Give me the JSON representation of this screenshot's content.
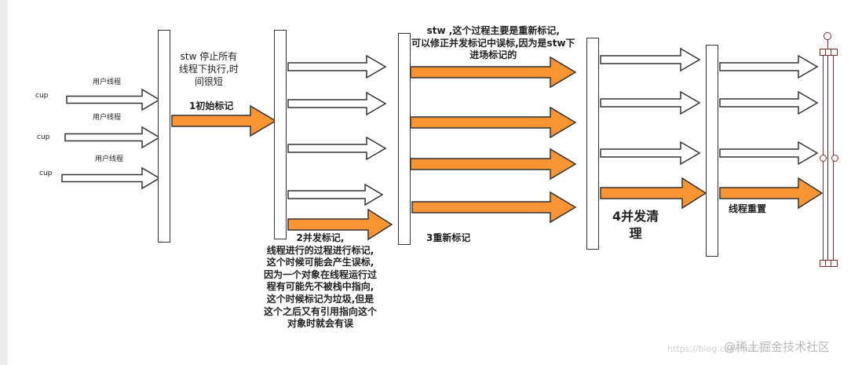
{
  "cpu_labels": [
    "cup",
    "cup",
    "cup"
  ],
  "user_thread_labels": [
    "用户线程",
    "用户线程",
    "用户线程"
  ],
  "stw_pause_note": "stw 停止所有\n线程下执行,时\n间很短",
  "phase1_label": "1初始标记",
  "phase2_note": "2并发标记,\n线程进行的过程进行标记,\n这个时候可能会产生误标,\n因为一个对象在线程运行过\n程有可能先不被栈中指向,\n这个时候标记为垃圾,但是\n这个之后又有引用指向这个\n对象时就会有误",
  "phase3_note": "stw ,这个过程主要是重新标记,\n可以修正并发标记中误标,因为是stw下\n进场标记的",
  "phase3_label": "3重新标记",
  "phase4_label": "4并发清\n理",
  "phase5_label": "线程重置",
  "watermark": "@稀土掘金技术社区",
  "watermark_url": "https://blog.csdn.net/...",
  "colors": {
    "orange": "#F79433",
    "outline": "#333333",
    "background": "#ffffff"
  }
}
